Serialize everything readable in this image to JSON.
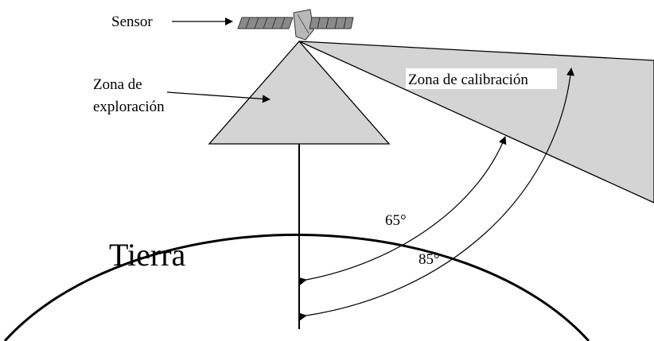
{
  "diagram": {
    "labels": {
      "sensor": "Sensor",
      "scan_zone_line1": "Zona de",
      "scan_zone_line2": "exploración",
      "calibration_zone": "Zona de calibración",
      "earth": "Tierra",
      "angle_inner": "65°",
      "angle_outer": "85°"
    },
    "colors": {
      "zone_fill": "#d4d4d4",
      "stroke": "#000000",
      "background": "#ffffff"
    }
  }
}
